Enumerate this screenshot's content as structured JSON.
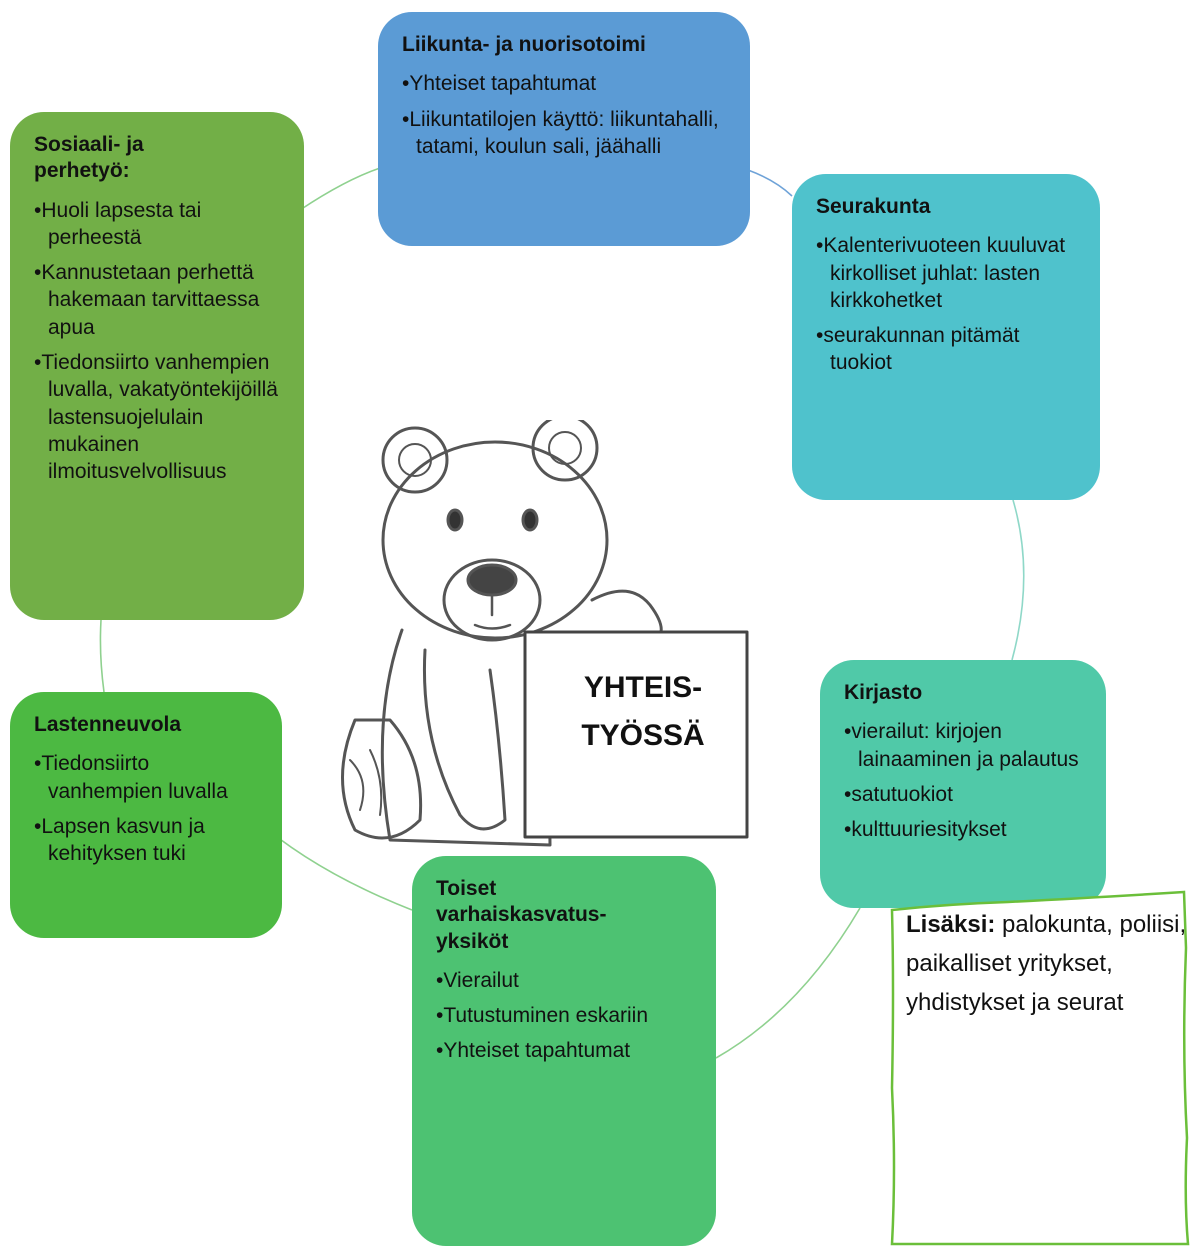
{
  "diagram": {
    "center_label_lines": [
      "YHTEIS-",
      "TYÖSSÄ"
    ],
    "colors": {
      "liikunta": "#5b9bd5",
      "seurakunta": "#4fc2cc",
      "kirjasto": "#50c9a8",
      "toiset": "#4dc272",
      "lastenneuvola": "#4cb942",
      "sosiaali": "#72af47",
      "connector": "#8fd18f",
      "note_border": "#6bbf3a"
    },
    "boxes": {
      "liikunta": {
        "title": "Liikunta- ja nuorisotoimi",
        "items": [
          "Yhteiset tapahtumat",
          "Liikuntatilojen käyttö: liikuntahalli, tatami, koulun sali, jäähalli"
        ]
      },
      "seurakunta": {
        "title": "Seurakunta",
        "items": [
          "Kalenterivuoteen kuuluvat kirkolliset juhlat: lasten kirkkohetket",
          "seurakunnan pitämät tuokiot"
        ]
      },
      "kirjasto": {
        "title": "Kirjasto",
        "items": [
          "vierailut: kirjojen lainaaminen ja palautus",
          "satutuokiot",
          "kulttuuriesitykset"
        ]
      },
      "toiset": {
        "title": "Toiset varhaiskasvatus-yksiköt",
        "items": [
          "Vierailut",
          "Tutustuminen eskariin",
          "Yhteiset tapahtumat"
        ]
      },
      "lastenneuvola": {
        "title": "Lastenneuvola",
        "items": [
          "Tiedonsiirto vanhempien luvalla",
          "Lapsen kasvun ja kehityksen tuki"
        ]
      },
      "sosiaali": {
        "title": "Sosiaali- ja perhetyö:",
        "items": [
          "Huoli lapsesta tai perheestä",
          "Kannustetaan perhettä hakemaan tarvittaessa apua",
          "Tiedonsiirto vanhempien luvalla, vakatyöntekijöillä lastensuojelulain mukainen ilmoitusvelvollisuus"
        ]
      }
    },
    "note": {
      "bold": "Lisäksi:",
      "text": " palokunta, poliisi, paikalliset yritykset, yhdistykset ja seurat"
    }
  }
}
